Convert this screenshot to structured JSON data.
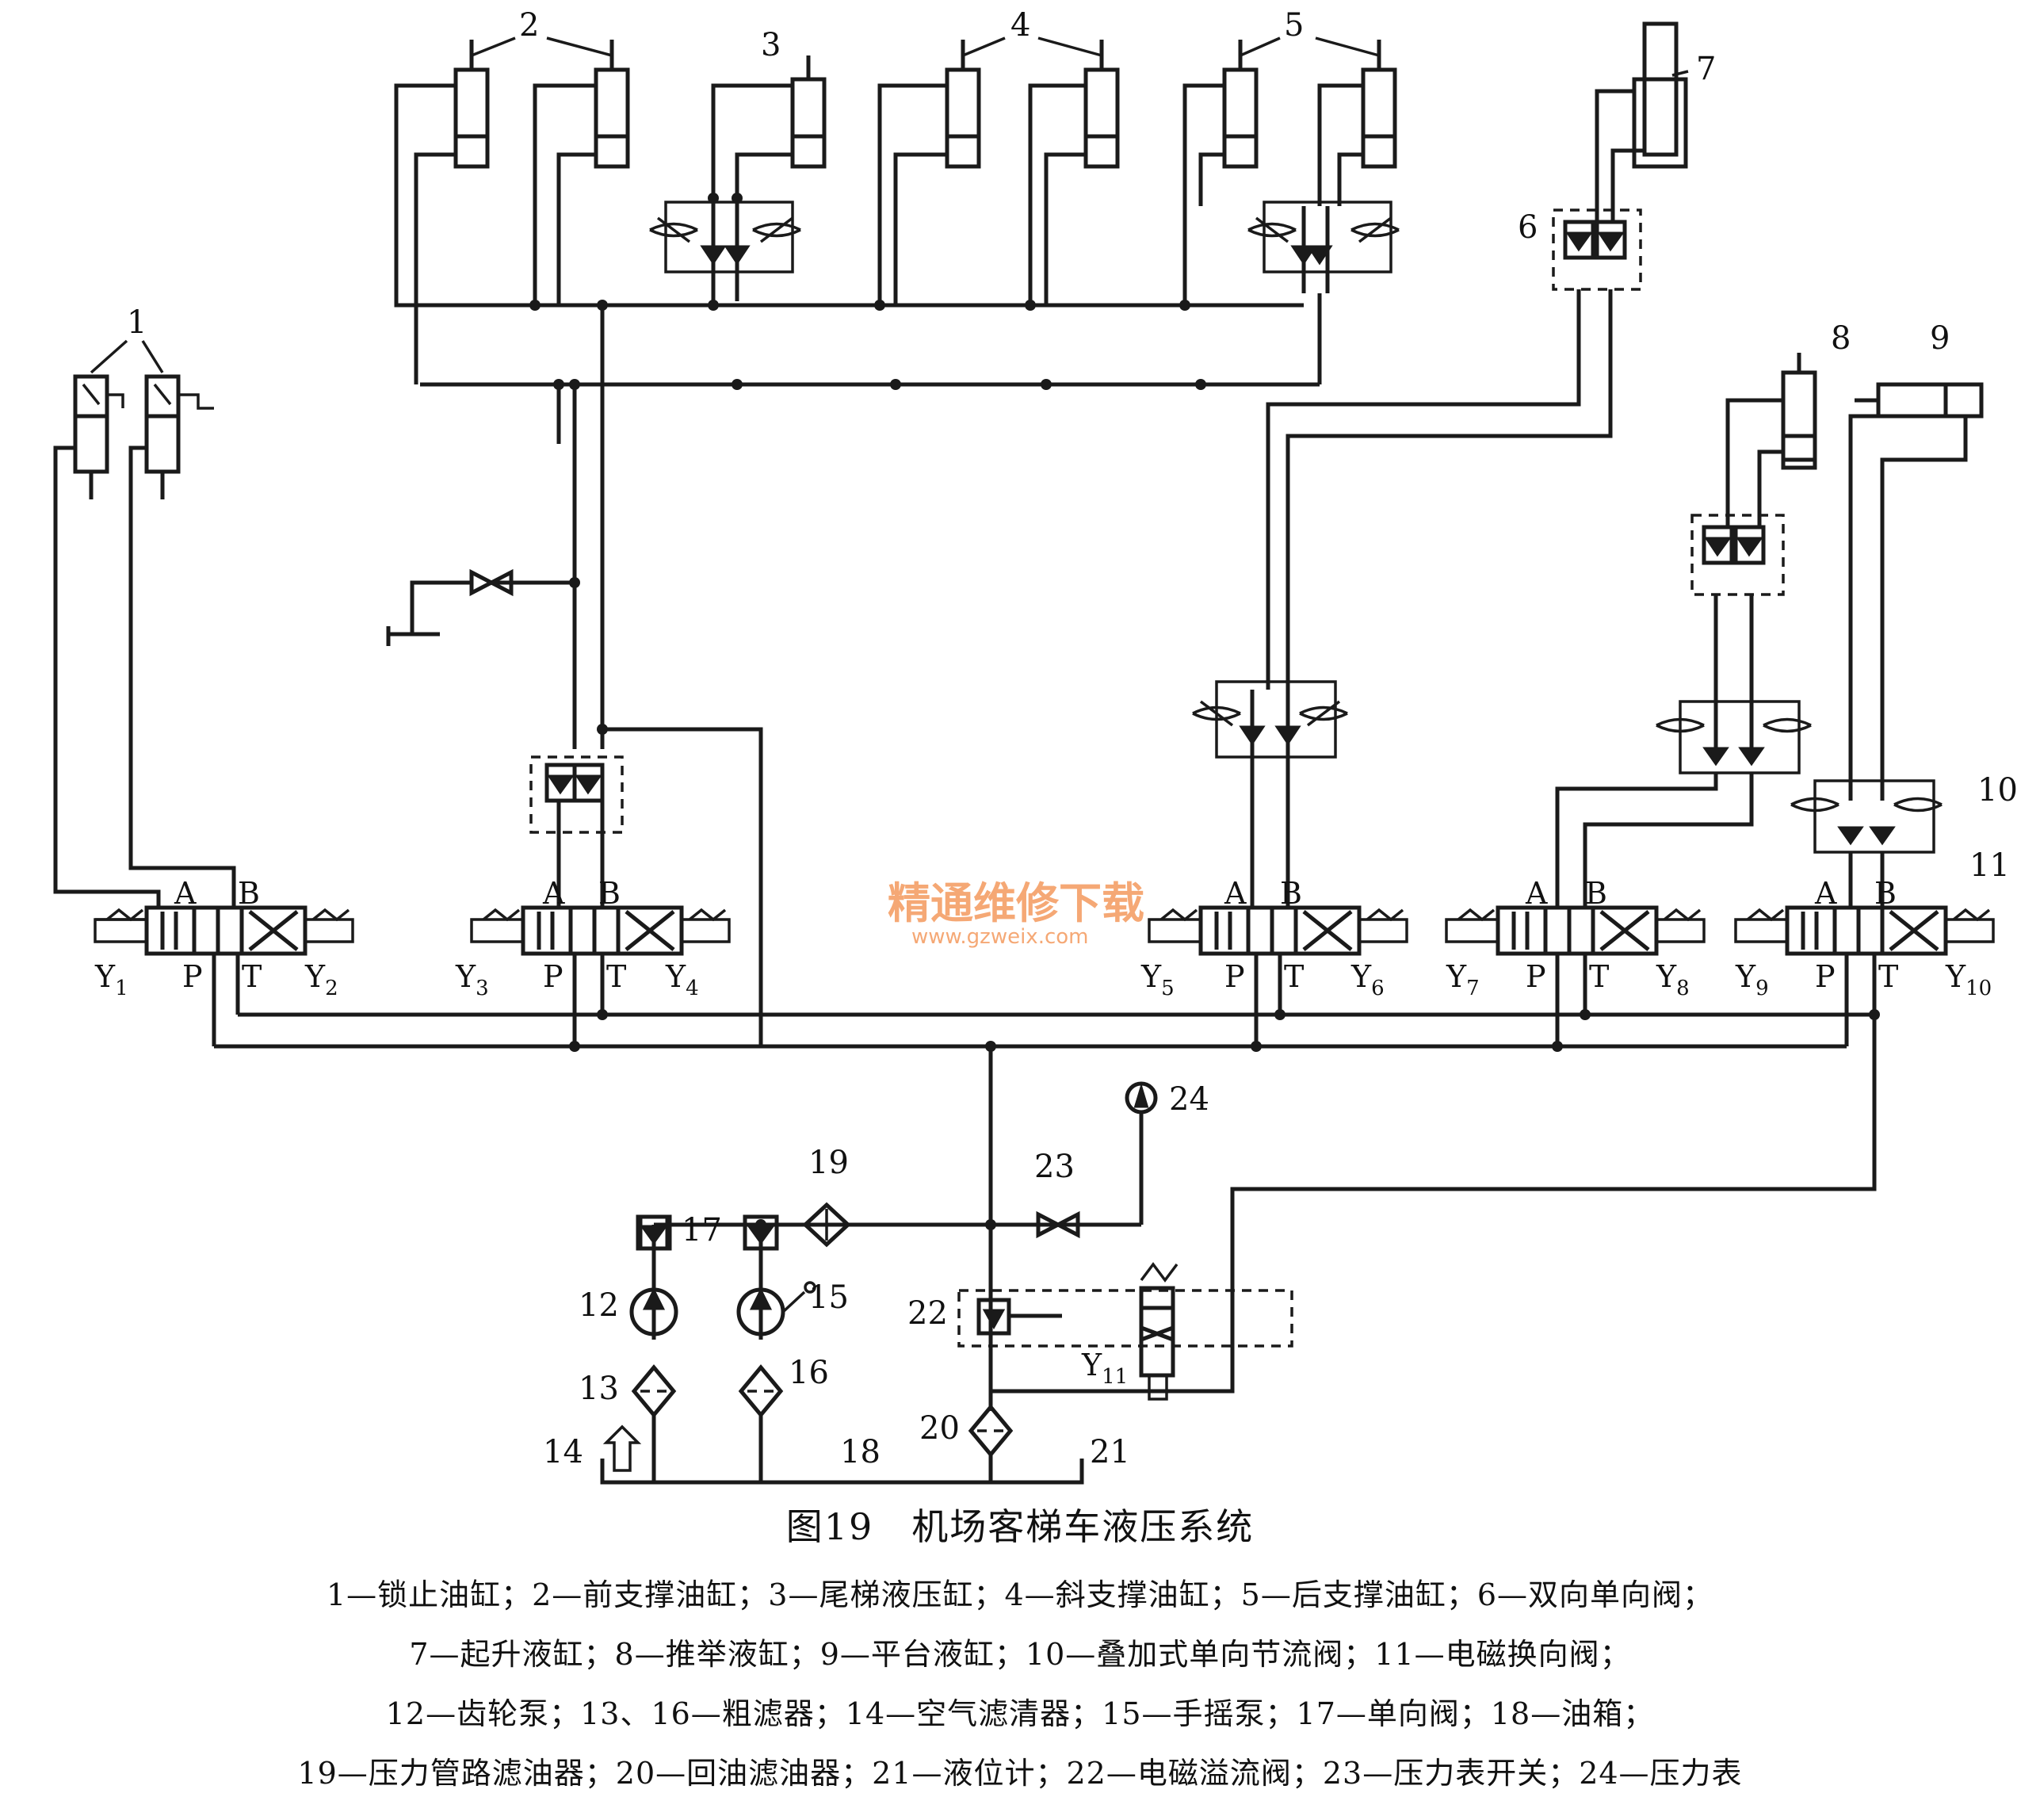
{
  "components": {
    "c1": "1",
    "c2": "2",
    "c3": "3",
    "c4": "4",
    "c5": "5",
    "c6": "6",
    "c7": "7",
    "c8": "8",
    "c9": "9",
    "c10": "10",
    "c11": "11",
    "c12": "12",
    "c13": "13",
    "c14": "14",
    "c15": "15",
    "c16": "16",
    "c17": "17",
    "c18": "18",
    "c19": "19",
    "c20": "20",
    "c21": "21",
    "c22": "22",
    "c23": "23",
    "c24": "24"
  },
  "ports": {
    "a": "A",
    "b": "B",
    "p": "P",
    "t": "T"
  },
  "solenoids": {
    "y_letter": "Y",
    "subs": [
      "1",
      "2",
      "3",
      "4",
      "5",
      "6",
      "7",
      "8",
      "9",
      "10",
      "11"
    ]
  },
  "watermark": {
    "line1": "精通维修下载",
    "line2": "www.gzweix.com"
  },
  "caption": "图19　机场客梯车液压系统",
  "legend_lines": [
    "1—锁止油缸；2—前支撑油缸；3—尾梯液压缸；4—斜支撑油缸；5—后支撑油缸；6—双向单向阀；",
    "7—起升液缸；8—推举液缸；9—平台液缸；10—叠加式单向节流阀；11—电磁换向阀；",
    "12—齿轮泵；13、16—粗滤器；14—空气滤清器；15—手摇泵；17—单向阀；18—油箱；",
    "19—压力管路滤油器；20—回油滤油器；21—液位计；22—电磁溢流阀；23—压力表开关；24—压力表"
  ]
}
